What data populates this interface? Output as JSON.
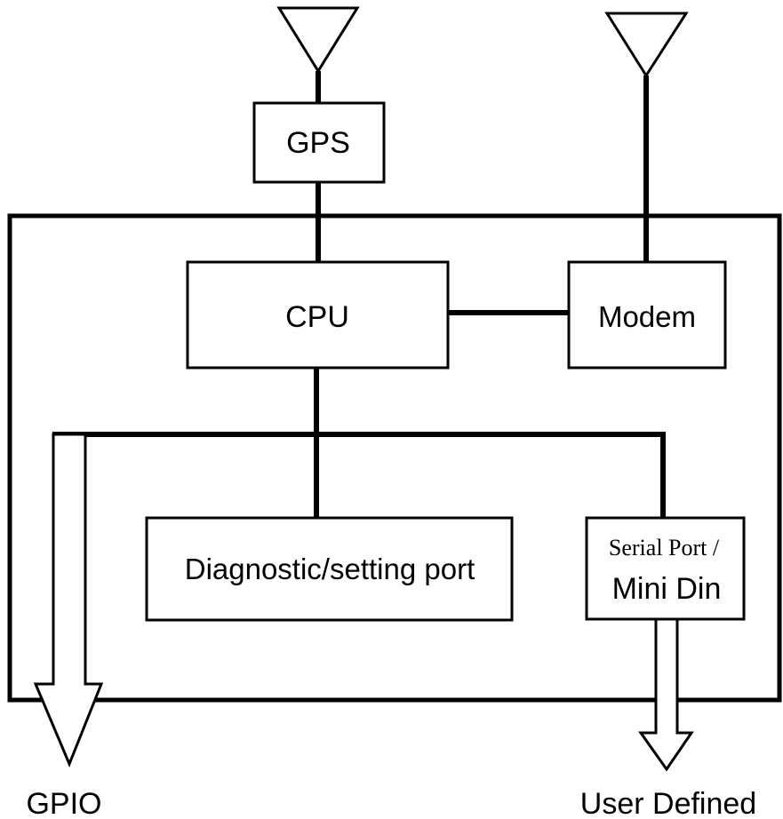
{
  "diagram": {
    "blocks": {
      "gps": "GPS",
      "cpu": "CPU",
      "modem": "Modem",
      "diag": "Diagnostic/setting port",
      "serial_line1": "Serial Port /",
      "serial_line2": "Mini Din"
    },
    "outputs": {
      "gpio": "GPIO",
      "user_defined": "User Defined"
    }
  },
  "colors": {
    "line": "#000000",
    "fill": "#ffffff"
  }
}
